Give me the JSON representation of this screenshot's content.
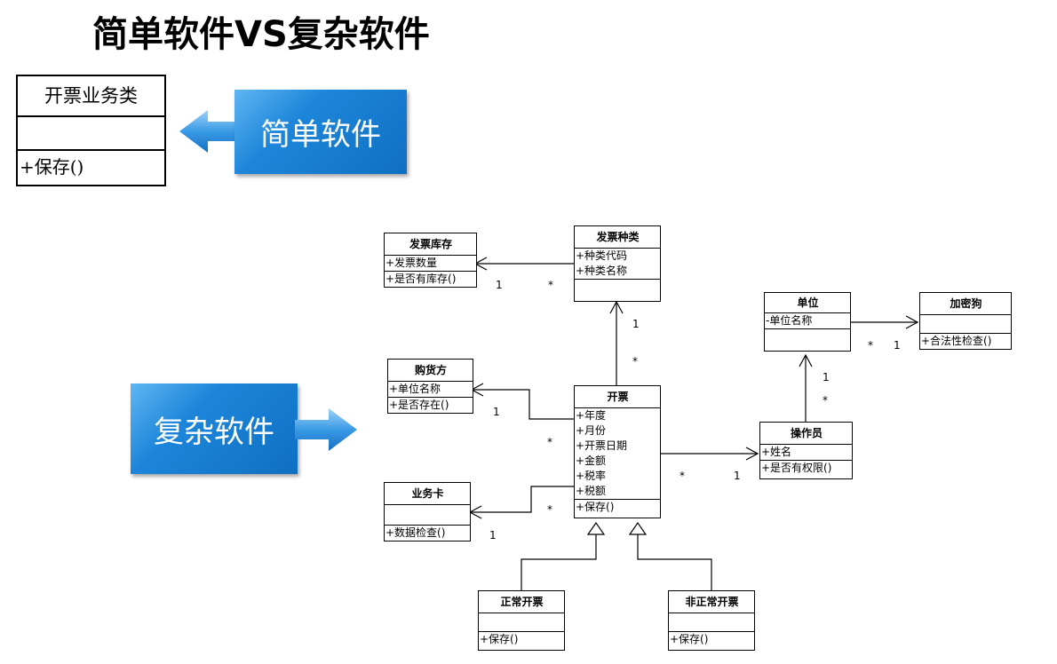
{
  "title": "简单软件VS复杂软件",
  "simple_class": {
    "name": "开票业务类",
    "operation": "+保存()"
  },
  "callouts": {
    "simple": "简单软件",
    "complex": "复杂软件"
  },
  "classes": {
    "invoice_stock": {
      "name": "发票库存",
      "attributes": [
        "+发票数量"
      ],
      "operations": [
        "+是否有库存()"
      ]
    },
    "invoice_type": {
      "name": "发票种类",
      "attributes": [
        "+种类代码",
        "+种类名称"
      ],
      "operations": []
    },
    "buyer": {
      "name": "购货方",
      "attributes": [
        "+单位名称"
      ],
      "operations": [
        "+是否存在()"
      ]
    },
    "invoicing": {
      "name": "开票",
      "attributes": [
        "+年度",
        "+月份",
        "+开票日期",
        "+金额",
        "+税率",
        "+税额"
      ],
      "operations": [
        "+保存()"
      ]
    },
    "business_card": {
      "name": "业务卡",
      "attributes": [],
      "operations": [
        "+数据检查()"
      ]
    },
    "unit": {
      "name": "单位",
      "attributes": [
        "-单位名称"
      ],
      "operations": []
    },
    "dongle": {
      "name": "加密狗",
      "attributes": [],
      "operations": [
        "+合法性检查()"
      ]
    },
    "operator": {
      "name": "操作员",
      "attributes": [
        "+姓名"
      ],
      "operations": [
        "+是否有权限()"
      ]
    },
    "normal_invoice": {
      "name": "正常开票",
      "attributes": [],
      "operations": [
        "+保存()"
      ]
    },
    "abnormal_invoice": {
      "name": "非正常开票",
      "attributes": [],
      "operations": [
        "+保存()"
      ]
    }
  },
  "multiplicities": {
    "stock_one": "1",
    "stock_many": "*",
    "type_one": "1",
    "type_many": "*",
    "buyer_one": "1",
    "buyer_many": "*",
    "card_one": "1",
    "card_many": "*",
    "operator_many": "*",
    "operator_one": "1",
    "unit_one": "1",
    "unit_many": "*",
    "dongle_many": "*",
    "dongle_one": "1"
  }
}
